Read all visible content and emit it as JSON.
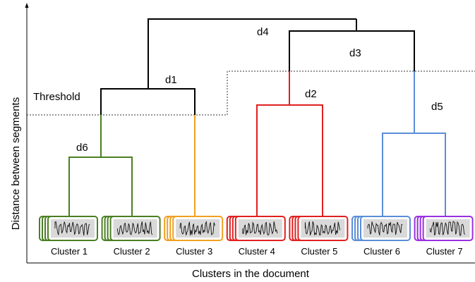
{
  "axes": {
    "ylabel": "Distance between segments",
    "xlabel": "Clusters in the document"
  },
  "threshold_label": "Threshold",
  "distance_labels": [
    "d1",
    "d2",
    "d3",
    "d4",
    "d5",
    "d6"
  ],
  "clusters": [
    {
      "label": "Cluster 1",
      "color": "#4a7f23"
    },
    {
      "label": "Cluster 2",
      "color": "#4a7f23"
    },
    {
      "label": "Cluster 3",
      "color": "#f0a020"
    },
    {
      "label": "Cluster 4",
      "color": "#e02020"
    },
    {
      "label": "Cluster 5",
      "color": "#e02020"
    },
    {
      "label": "Cluster 6",
      "color": "#5a8ed8"
    },
    {
      "label": "Cluster 7",
      "color": "#9a30e0"
    }
  ],
  "colors": {
    "merge_above_threshold": "#000000",
    "group_green": "#4a7f23",
    "group_orange": "#f0a020",
    "group_red": "#e02020",
    "group_blue": "#5a8ed8"
  }
}
